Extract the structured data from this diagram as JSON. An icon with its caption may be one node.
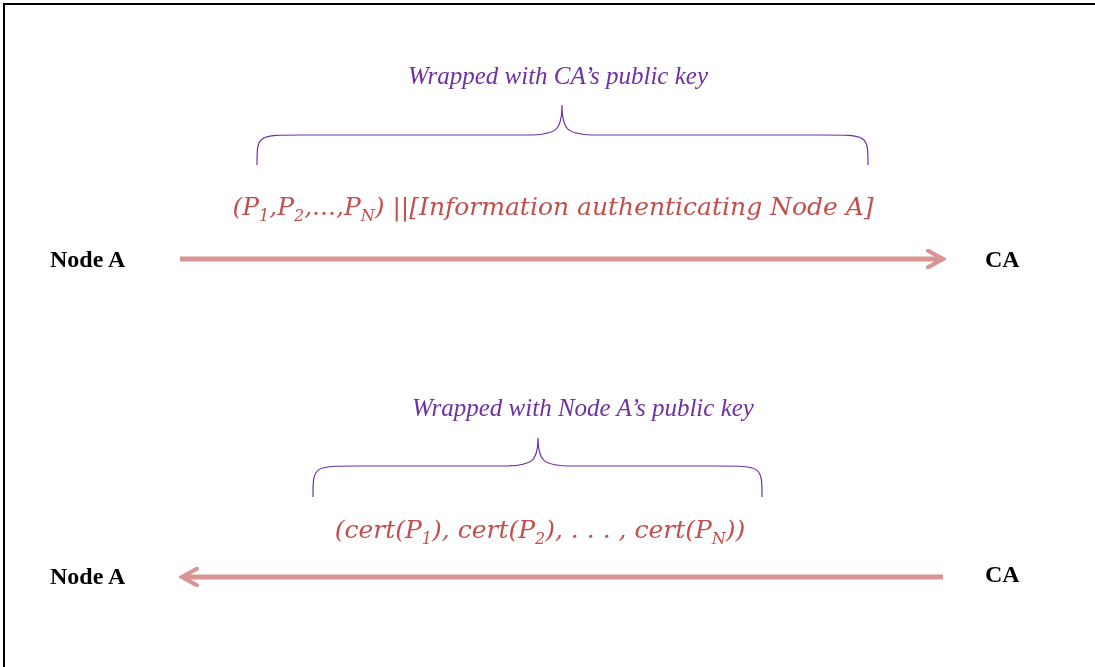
{
  "diagram": {
    "nodes": [
      {
        "text": [
          "Node A"
        ]
      },
      {
        "text": [
          "CA"
        ]
      },
      {
        "text": [
          "Node A"
        ]
      },
      {
        "text": [
          "CA"
        ]
      }
    ],
    "edges": [
      {
        "from": 0,
        "to": 1,
        "arrow": "to",
        "label": "(P$_{1}$,P$_{2}$,...,P$_{N}$) ||[Information authenticating Node A]"
      },
      {
        "from": 3,
        "to": 2,
        "arrow": "to",
        "label": "(cert(P$_{1}$), cert(P$_{2}$), . . . , cert(P$_{N}$))"
      }
    ],
    "labels": [
      "Wrapped with CA’s public key",
      "Wrapped with Node A’s public key"
    ]
  }
}
